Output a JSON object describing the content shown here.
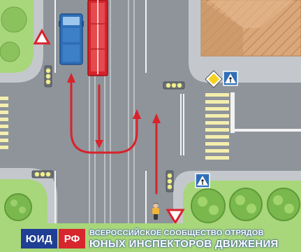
{
  "branding": {
    "badge_left": "ЮИД",
    "badge_right": "РФ",
    "line1": "ВСЕРОССИЙСКОЕ СООБЩЕСТВО ОТРЯДОВ",
    "line2": "ЮНЫХ ИНСПЕКТОРОВ ДВИЖЕНИЯ"
  },
  "colors": {
    "road": "#8e949a",
    "grass": "#a8d67a",
    "bus": "#2f6fb8",
    "tram": "#d8232b",
    "arrow": "#d8232b",
    "badge_left": "#1f3f94",
    "badge_right": "#d8262e"
  },
  "signs": {
    "yield_top_left": "yield-sign-icon",
    "main_road": "main-road-sign-icon",
    "crossing_top_right": "pedestrian-crossing-sign-icon",
    "crossing_bottom_right": "pedestrian-crossing-sign-icon",
    "yield_bottom_right": "yield-sign-icon"
  }
}
